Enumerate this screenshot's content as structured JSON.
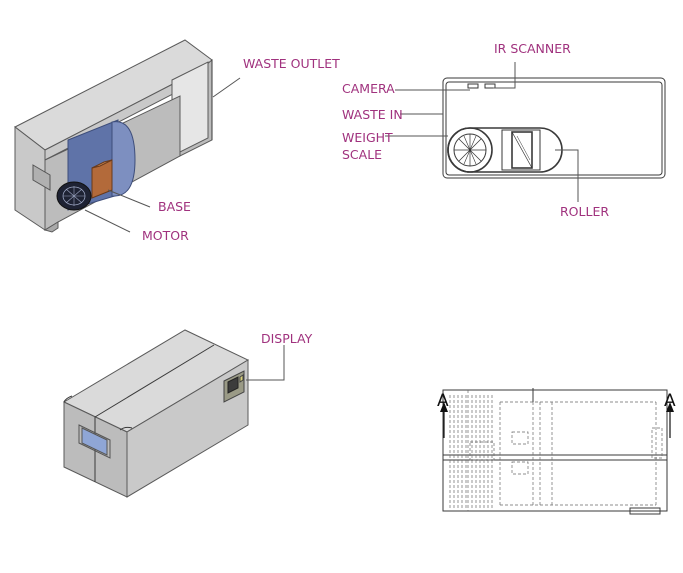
{
  "labels": {
    "waste_outlet": "WASTE OUTLET",
    "base": "BASE",
    "motor": "MOTOR",
    "ir_scanner": "IR SCANNER",
    "camera": "CAMERA",
    "waste_in": "WASTE IN",
    "weight_line1": "WEIGHT",
    "weight_line2": "SCALE",
    "roller": "ROLLER",
    "display": "DISPLAY",
    "section_left": "A",
    "section_right": "A"
  },
  "colors": {
    "label": "#a0327e",
    "body_grey": "#c9c9c9",
    "inner_blue": "#6b7fb0",
    "weight_brown": "#b36a3a",
    "line": "#3a3a3a"
  }
}
